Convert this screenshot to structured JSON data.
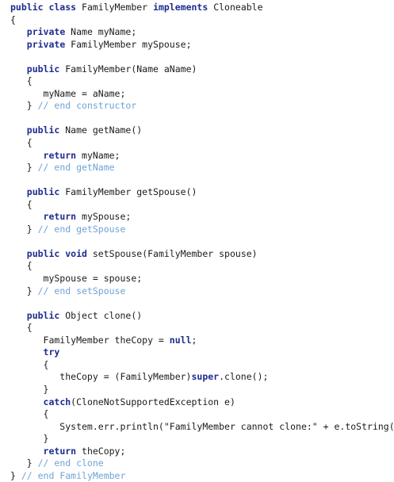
{
  "code": {
    "lines": [
      [
        {
          "t": "kw",
          "v": "public class"
        },
        {
          "t": "tx",
          "v": " FamilyMember "
        },
        {
          "t": "kw",
          "v": "implements"
        },
        {
          "t": "tx",
          "v": " Cloneable"
        }
      ],
      [
        {
          "t": "tx",
          "v": "{"
        }
      ],
      [
        {
          "t": "tx",
          "v": "   "
        },
        {
          "t": "kw",
          "v": "private"
        },
        {
          "t": "tx",
          "v": " Name myName;"
        }
      ],
      [
        {
          "t": "tx",
          "v": "   "
        },
        {
          "t": "kw",
          "v": "private"
        },
        {
          "t": "tx",
          "v": " FamilyMember mySpouse;"
        }
      ],
      [
        {
          "t": "tx",
          "v": ""
        }
      ],
      [
        {
          "t": "tx",
          "v": "   "
        },
        {
          "t": "kw",
          "v": "public"
        },
        {
          "t": "tx",
          "v": " FamilyMember(Name aName)"
        }
      ],
      [
        {
          "t": "tx",
          "v": "   {"
        }
      ],
      [
        {
          "t": "tx",
          "v": "      myName = aName;"
        }
      ],
      [
        {
          "t": "tx",
          "v": "   } "
        },
        {
          "t": "cm",
          "v": "// end constructor"
        }
      ],
      [
        {
          "t": "tx",
          "v": ""
        }
      ],
      [
        {
          "t": "tx",
          "v": "   "
        },
        {
          "t": "kw",
          "v": "public"
        },
        {
          "t": "tx",
          "v": " Name getName()"
        }
      ],
      [
        {
          "t": "tx",
          "v": "   {"
        }
      ],
      [
        {
          "t": "tx",
          "v": "      "
        },
        {
          "t": "kw",
          "v": "return"
        },
        {
          "t": "tx",
          "v": " myName;"
        }
      ],
      [
        {
          "t": "tx",
          "v": "   } "
        },
        {
          "t": "cm",
          "v": "// end getName"
        }
      ],
      [
        {
          "t": "tx",
          "v": ""
        }
      ],
      [
        {
          "t": "tx",
          "v": "   "
        },
        {
          "t": "kw",
          "v": "public"
        },
        {
          "t": "tx",
          "v": " FamilyMember getSpouse()"
        }
      ],
      [
        {
          "t": "tx",
          "v": "   {"
        }
      ],
      [
        {
          "t": "tx",
          "v": "      "
        },
        {
          "t": "kw",
          "v": "return"
        },
        {
          "t": "tx",
          "v": " mySpouse;"
        }
      ],
      [
        {
          "t": "tx",
          "v": "   } "
        },
        {
          "t": "cm",
          "v": "// end getSpouse"
        }
      ],
      [
        {
          "t": "tx",
          "v": ""
        }
      ],
      [
        {
          "t": "tx",
          "v": "   "
        },
        {
          "t": "kw",
          "v": "public void"
        },
        {
          "t": "tx",
          "v": " setSpouse(FamilyMember spouse)"
        }
      ],
      [
        {
          "t": "tx",
          "v": "   {"
        }
      ],
      [
        {
          "t": "tx",
          "v": "      mySpouse = spouse;"
        }
      ],
      [
        {
          "t": "tx",
          "v": "   } "
        },
        {
          "t": "cm",
          "v": "// end setSpouse"
        }
      ],
      [
        {
          "t": "tx",
          "v": ""
        }
      ],
      [
        {
          "t": "tx",
          "v": "   "
        },
        {
          "t": "kw",
          "v": "public"
        },
        {
          "t": "tx",
          "v": " Object clone()"
        }
      ],
      [
        {
          "t": "tx",
          "v": "   {"
        }
      ],
      [
        {
          "t": "tx",
          "v": "      FamilyMember theCopy = "
        },
        {
          "t": "kw",
          "v": "null"
        },
        {
          "t": "tx",
          "v": ";"
        }
      ],
      [
        {
          "t": "tx",
          "v": "      "
        },
        {
          "t": "kw",
          "v": "try"
        }
      ],
      [
        {
          "t": "tx",
          "v": "      {"
        }
      ],
      [
        {
          "t": "tx",
          "v": "         theCopy = (FamilyMember)"
        },
        {
          "t": "kw",
          "v": "super"
        },
        {
          "t": "tx",
          "v": ".clone();"
        }
      ],
      [
        {
          "t": "tx",
          "v": "      }"
        }
      ],
      [
        {
          "t": "tx",
          "v": "      "
        },
        {
          "t": "kw",
          "v": "catch"
        },
        {
          "t": "tx",
          "v": "(CloneNotSupportedException e)"
        }
      ],
      [
        {
          "t": "tx",
          "v": "      {"
        }
      ],
      [
        {
          "t": "tx",
          "v": "         System.err.println(\"FamilyMember cannot clone:\" + e.toString());"
        }
      ],
      [
        {
          "t": "tx",
          "v": "      }"
        }
      ],
      [
        {
          "t": "tx",
          "v": "      "
        },
        {
          "t": "kw",
          "v": "return"
        },
        {
          "t": "tx",
          "v": " theCopy;"
        }
      ],
      [
        {
          "t": "tx",
          "v": "   } "
        },
        {
          "t": "cm",
          "v": "// end clone"
        }
      ],
      [
        {
          "t": "tx",
          "v": "} "
        },
        {
          "t": "cm",
          "v": "// end FamilyMember"
        }
      ]
    ]
  }
}
